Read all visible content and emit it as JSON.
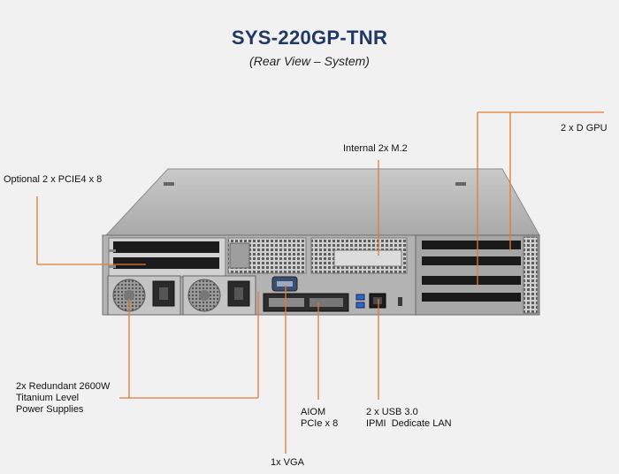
{
  "header": {
    "title": "SYS-220GP-TNR",
    "subtitle": "(Rear View – System)"
  },
  "callouts": {
    "gpu": "2 x D GPU",
    "m2": "Internal 2x M.2",
    "pcie": "Optional 2 x PCIE4 x 8",
    "psu": [
      "2x Redundant 2600W",
      "Titanium Level",
      "Power Supplies"
    ],
    "aiom": [
      "AIOM",
      "PCIe x 8"
    ],
    "usb": [
      "2 x USB 3.0",
      "IPMI  Dedicate LAN"
    ],
    "vga": "1x VGA"
  },
  "colors": {
    "leader": "#e07b39",
    "title": "#1f3864"
  }
}
